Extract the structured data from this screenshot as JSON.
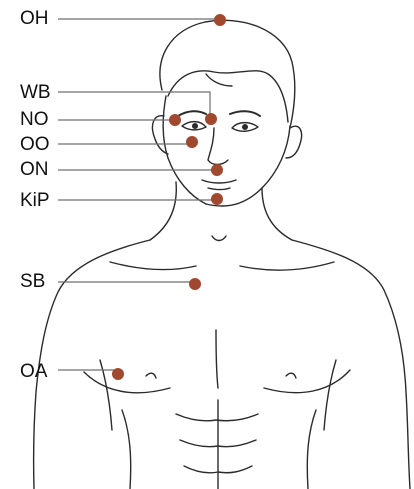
{
  "diagram": {
    "colors": {
      "point": "#a0492e",
      "outline": "#2b2b2b",
      "leader": "#6f6f6f",
      "background": "#ffffff"
    },
    "points": [
      {
        "id": "oh",
        "label": "OH"
      },
      {
        "id": "wb",
        "label": "WB"
      },
      {
        "id": "no",
        "label": "NO"
      },
      {
        "id": "oo",
        "label": "OO"
      },
      {
        "id": "on",
        "label": "ON"
      },
      {
        "id": "kip",
        "label": "KiP"
      },
      {
        "id": "sb",
        "label": "SB"
      },
      {
        "id": "oa",
        "label": "OA"
      }
    ]
  }
}
